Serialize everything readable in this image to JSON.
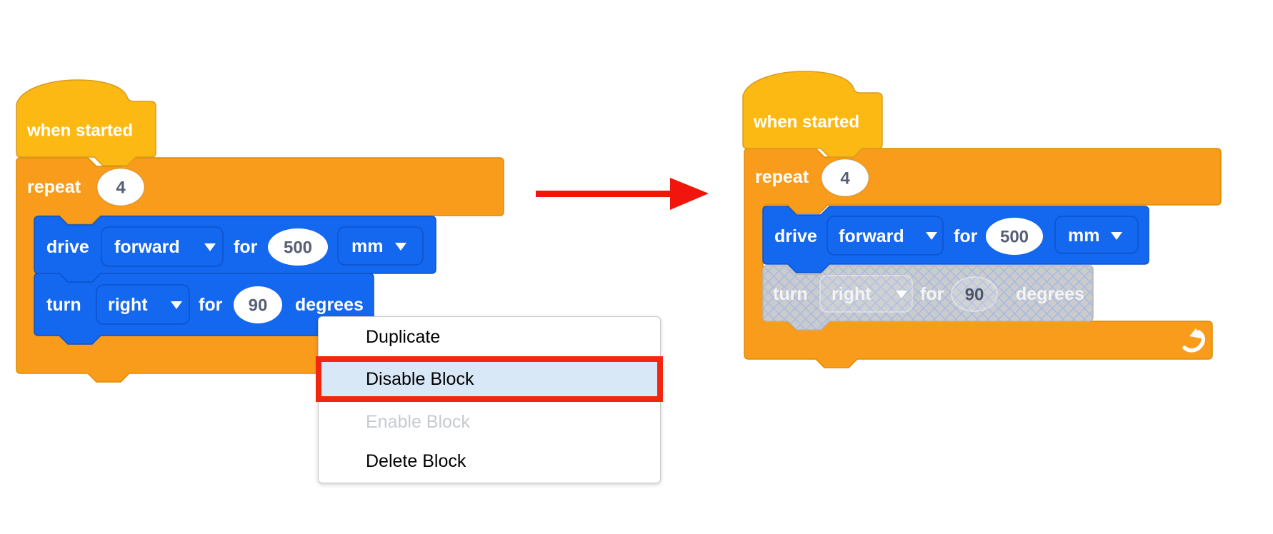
{
  "left_script": {
    "hat": {
      "label": "when started"
    },
    "repeat": {
      "label": "repeat",
      "count": "4"
    },
    "drive": {
      "label": "drive",
      "direction": "forward",
      "for": "for",
      "distance": "500",
      "unit": "mm"
    },
    "turn": {
      "label": "turn",
      "direction": "right",
      "for": "for",
      "angle": "90",
      "unit": "degrees"
    }
  },
  "right_script": {
    "hat": {
      "label": "when started"
    },
    "repeat": {
      "label": "repeat",
      "count": "4"
    },
    "drive": {
      "label": "drive",
      "direction": "forward",
      "for": "for",
      "distance": "500",
      "unit": "mm"
    },
    "turn": {
      "label": "turn",
      "direction": "right",
      "for": "for",
      "angle": "90",
      "unit": "degrees",
      "state": "disabled"
    }
  },
  "context_menu": {
    "items": [
      {
        "label": "Duplicate",
        "state": "normal"
      },
      {
        "label": "Disable Block",
        "state": "highlighted"
      },
      {
        "label": "Enable Block",
        "state": "disabled"
      },
      {
        "label": "Delete Block",
        "state": "normal"
      }
    ]
  },
  "colors": {
    "hat_yellow": "#FDB913",
    "hat_stroke": "#D89B20",
    "control_orange": "#F99C1C",
    "control_stroke": "#DE8C00",
    "drivetrain_blue": "#1467EF",
    "drivetrain_stroke": "#0D53CC",
    "disabled_gray": "#CBCBCB",
    "disabled_hatch": "#A6BAE6",
    "menu_highlight": "#D9E8F7",
    "alert_red": "#F3270F",
    "arrow_red": "#F2150D",
    "value_text": "#575E75"
  }
}
